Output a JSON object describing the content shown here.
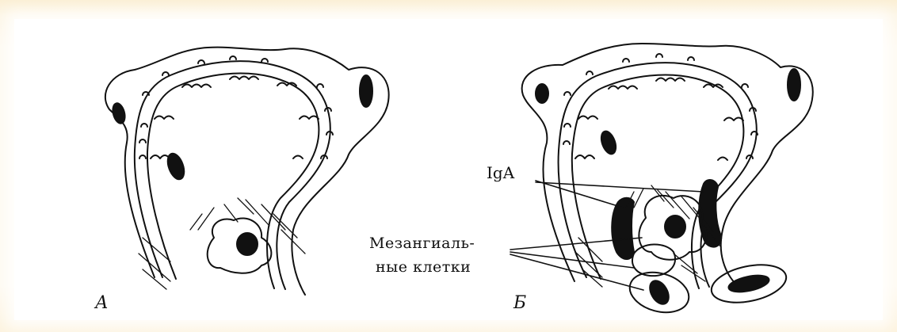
{
  "labels": {
    "panel_a": "А",
    "panel_b": "Б",
    "iga": "IgA",
    "mesangial_line1": "Мезангиаль-",
    "mesangial_line2": "ные клетки"
  },
  "colors": {
    "background": "#fdf5e2",
    "ink": "#111111",
    "paper": "#ffffff"
  }
}
